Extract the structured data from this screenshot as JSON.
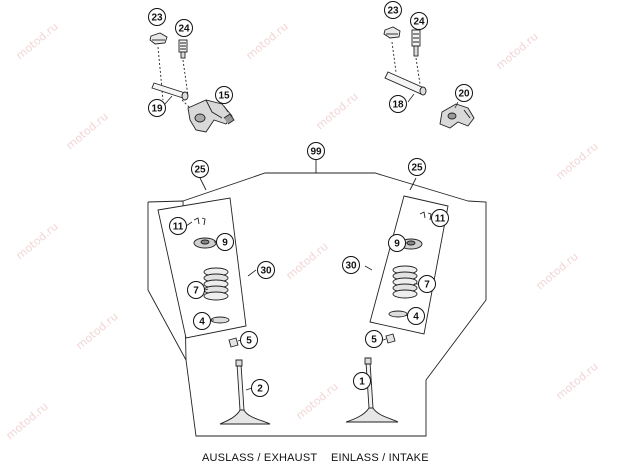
{
  "watermark": "motod.ru",
  "captions": {
    "exhaust": "AUSLASS / EXHAUST",
    "intake": "EINLASS / INTAKE"
  },
  "callouts": {
    "c23_left": "23",
    "c24_left": "24",
    "c19": "19",
    "c15": "15",
    "c23_right": "23",
    "c24_right": "24",
    "c18": "18",
    "c20": "20",
    "c99": "99",
    "c25_left": "25",
    "c25_right": "25",
    "c11_left": "11",
    "c9_left": "9",
    "c30_left": "30",
    "c7_left": "7",
    "c4_left": "4",
    "c5_left": "5",
    "c2": "2",
    "c11_right": "11",
    "c9_right": "9",
    "c30_right": "30",
    "c7_right": "7",
    "c4_right": "4",
    "c5_right": "5",
    "c1": "1"
  }
}
